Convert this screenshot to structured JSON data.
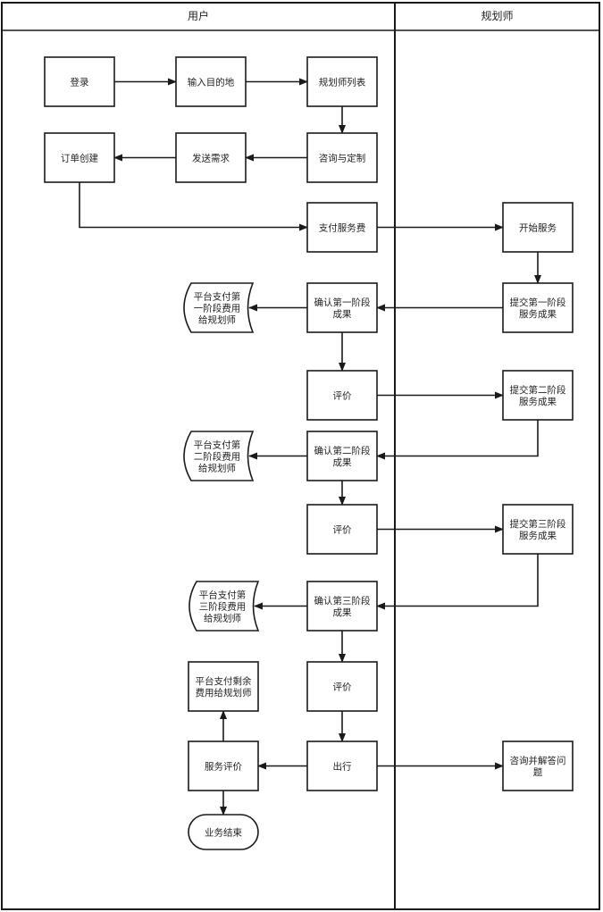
{
  "diagram": {
    "type": "swimlane-flowchart",
    "colors": {
      "stroke": "#1a1a1a",
      "text": "#222222",
      "background": "#ffffff"
    },
    "lanes": [
      {
        "id": "user",
        "title": "用户"
      },
      {
        "id": "planner",
        "title": "规划师"
      }
    ],
    "nodes": [
      {
        "id": "login",
        "lane": "user",
        "shape": "process",
        "lines": [
          "登录"
        ]
      },
      {
        "id": "input_dest",
        "lane": "user",
        "shape": "process",
        "lines": [
          "输入目的地"
        ]
      },
      {
        "id": "planner_list",
        "lane": "user",
        "shape": "process",
        "lines": [
          "规划师列表"
        ]
      },
      {
        "id": "consult_custom",
        "lane": "user",
        "shape": "process",
        "lines": [
          "咨询与定制"
        ]
      },
      {
        "id": "send_request",
        "lane": "user",
        "shape": "process",
        "lines": [
          "发送需求"
        ]
      },
      {
        "id": "create_order",
        "lane": "user",
        "shape": "process",
        "lines": [
          "订单创建"
        ]
      },
      {
        "id": "pay_fee",
        "lane": "user",
        "shape": "process",
        "lines": [
          "支付服务费"
        ]
      },
      {
        "id": "start_service",
        "lane": "planner",
        "shape": "process",
        "lines": [
          "开始服务"
        ]
      },
      {
        "id": "submit_1",
        "lane": "planner",
        "shape": "process",
        "lines": [
          "提交第一阶段",
          "服务成果"
        ]
      },
      {
        "id": "confirm_1",
        "lane": "user",
        "shape": "process",
        "lines": [
          "确认第一阶段",
          "成果"
        ]
      },
      {
        "id": "pay_1",
        "lane": "user",
        "shape": "stored-data",
        "lines": [
          "平台支付第",
          "一阶段费用",
          "给规划师"
        ]
      },
      {
        "id": "review_1",
        "lane": "user",
        "shape": "process",
        "lines": [
          "评价"
        ]
      },
      {
        "id": "submit_2",
        "lane": "planner",
        "shape": "process",
        "lines": [
          "提交第二阶段",
          "服务成果"
        ]
      },
      {
        "id": "confirm_2",
        "lane": "user",
        "shape": "process",
        "lines": [
          "确认第二阶段",
          "成果"
        ]
      },
      {
        "id": "pay_2",
        "lane": "user",
        "shape": "stored-data",
        "lines": [
          "平台支付第",
          "二阶段费用",
          "给规划师"
        ]
      },
      {
        "id": "review_2",
        "lane": "user",
        "shape": "process",
        "lines": [
          "评价"
        ]
      },
      {
        "id": "submit_3",
        "lane": "planner",
        "shape": "process",
        "lines": [
          "提交第三阶段",
          "服务成果"
        ]
      },
      {
        "id": "confirm_3",
        "lane": "user",
        "shape": "process",
        "lines": [
          "确认第三阶段",
          "成果"
        ]
      },
      {
        "id": "pay_3",
        "lane": "user",
        "shape": "stored-data",
        "lines": [
          "平台支付第",
          "三阶段费用",
          "给规划师"
        ]
      },
      {
        "id": "review_3",
        "lane": "user",
        "shape": "process",
        "lines": [
          "评价"
        ]
      },
      {
        "id": "pay_rest",
        "lane": "user",
        "shape": "process",
        "lines": [
          "平台支付剩余",
          "费用给规划师"
        ]
      },
      {
        "id": "travel",
        "lane": "user",
        "shape": "process",
        "lines": [
          "出行"
        ]
      },
      {
        "id": "service_review",
        "lane": "user",
        "shape": "process",
        "lines": [
          "服务评价"
        ]
      },
      {
        "id": "end",
        "lane": "user",
        "shape": "terminal",
        "lines": [
          "业务结束"
        ]
      },
      {
        "id": "consult_answer",
        "lane": "planner",
        "shape": "process",
        "lines": [
          "咨询并解答问",
          "题"
        ]
      }
    ],
    "edges": [
      {
        "from": "login",
        "to": "input_dest"
      },
      {
        "from": "input_dest",
        "to": "planner_list"
      },
      {
        "from": "planner_list",
        "to": "consult_custom"
      },
      {
        "from": "consult_custom",
        "to": "send_request"
      },
      {
        "from": "send_request",
        "to": "create_order"
      },
      {
        "from": "create_order",
        "to": "pay_fee"
      },
      {
        "from": "pay_fee",
        "to": "start_service"
      },
      {
        "from": "start_service",
        "to": "submit_1"
      },
      {
        "from": "submit_1",
        "to": "confirm_1"
      },
      {
        "from": "confirm_1",
        "to": "pay_1"
      },
      {
        "from": "confirm_1",
        "to": "review_1"
      },
      {
        "from": "review_1",
        "to": "submit_2"
      },
      {
        "from": "submit_2",
        "to": "confirm_2"
      },
      {
        "from": "confirm_2",
        "to": "pay_2"
      },
      {
        "from": "confirm_2",
        "to": "review_2"
      },
      {
        "from": "review_2",
        "to": "submit_3"
      },
      {
        "from": "submit_3",
        "to": "confirm_3"
      },
      {
        "from": "confirm_3",
        "to": "pay_3"
      },
      {
        "from": "confirm_3",
        "to": "review_3"
      },
      {
        "from": "review_3",
        "to": "travel"
      },
      {
        "from": "travel",
        "to": "service_review"
      },
      {
        "from": "travel",
        "to": "consult_answer"
      },
      {
        "from": "service_review",
        "to": "pay_rest"
      },
      {
        "from": "service_review",
        "to": "end"
      }
    ]
  }
}
